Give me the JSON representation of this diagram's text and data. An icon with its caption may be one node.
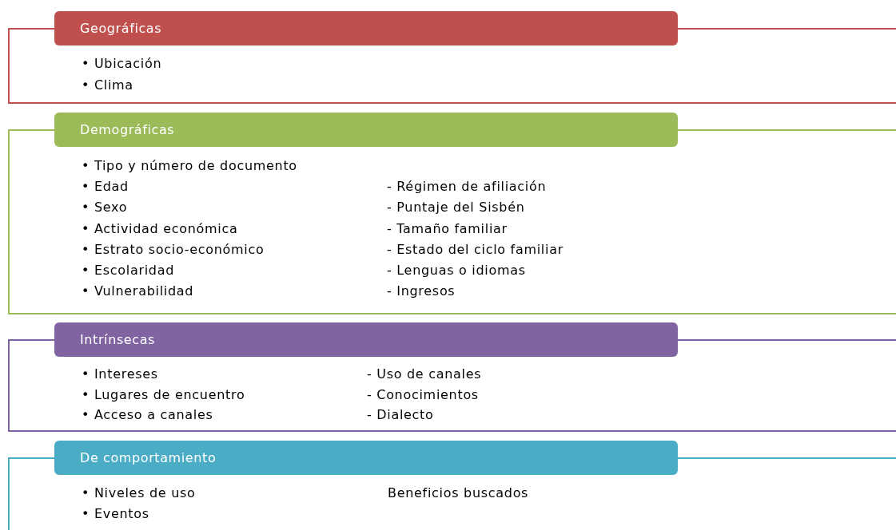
{
  "diagram": {
    "nodes": [
      {
        "text": [
          "Geográficas",
          "• Ubicación",
          "• Clima"
        ]
      },
      {
        "text": [
          "Demográficas",
          "• Tipo y número de documento",
          "• Edad",
          "• Sexo",
          "• Actividad económica",
          "• Estrato socio-económico",
          "• Escolaridad",
          "• Vulnerabilidad",
          "- Régimen de afiliación",
          "- Puntaje del Sisbén",
          "- Tamaño familiar",
          "- Estado del ciclo familiar",
          "- Lenguas o idiomas",
          "- Ingresos"
        ]
      },
      {
        "text": [
          "Intrínsecas",
          "• Intereses",
          "• Lugares de encuentro",
          "• Acceso a canales",
          "- Uso de canales",
          "- Conocimientos",
          "- Dialecto"
        ]
      },
      {
        "text": [
          "De comportamiento",
          "• Niveles de uso",
          "• Eventos",
          "Beneficios buscados"
        ]
      }
    ],
    "edges": []
  }
}
